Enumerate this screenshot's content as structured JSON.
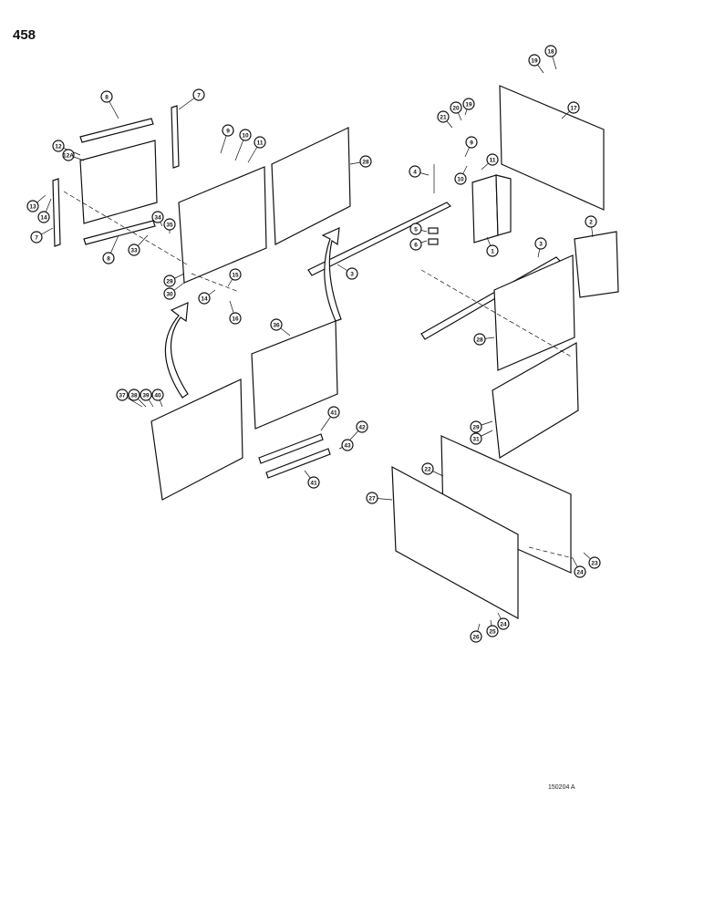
{
  "page_number": "458",
  "figure_code": "150204 A",
  "callouts": [
    "8",
    "7",
    "12",
    "12A",
    "13",
    "14",
    "7",
    "8",
    "9",
    "10",
    "11",
    "34",
    "35",
    "33",
    "29",
    "30",
    "14",
    "15",
    "16",
    "28",
    "4",
    "5",
    "6",
    "3",
    "21",
    "20",
    "19",
    "9",
    "10",
    "11",
    "18",
    "19",
    "17",
    "1",
    "2",
    "3",
    "28",
    "36",
    "37",
    "38",
    "39",
    "40",
    "41",
    "43",
    "42",
    "41",
    "29",
    "31",
    "22",
    "27",
    "24",
    "23",
    "26",
    "25",
    "24"
  ]
}
